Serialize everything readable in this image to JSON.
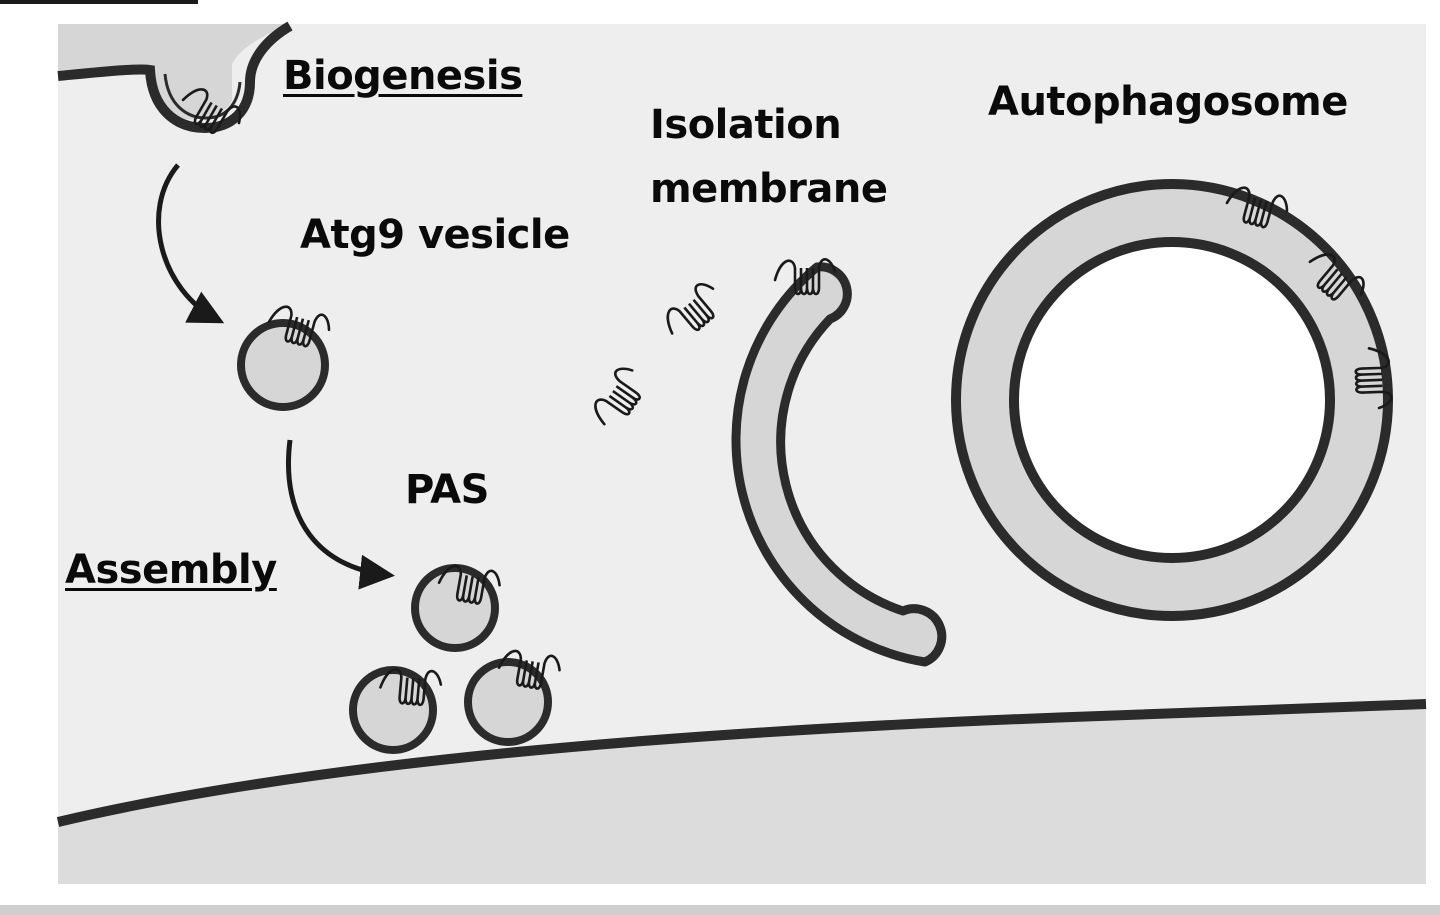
{
  "labels": {
    "biogenesis": "Biogenesis",
    "atg9_vesicle": "Atg9 vesicle",
    "pas": "PAS",
    "assembly": "Assembly",
    "isolation_membrane_line1": "Isolation",
    "isolation_membrane_line2": "membrane",
    "autophagosome": "Autophagosome"
  },
  "colors": {
    "background_panel": "#eeeeee",
    "membrane_fill": "#d6d6d6",
    "stroke": "#2b2b2b",
    "cell_body": "#dcdcdc"
  }
}
